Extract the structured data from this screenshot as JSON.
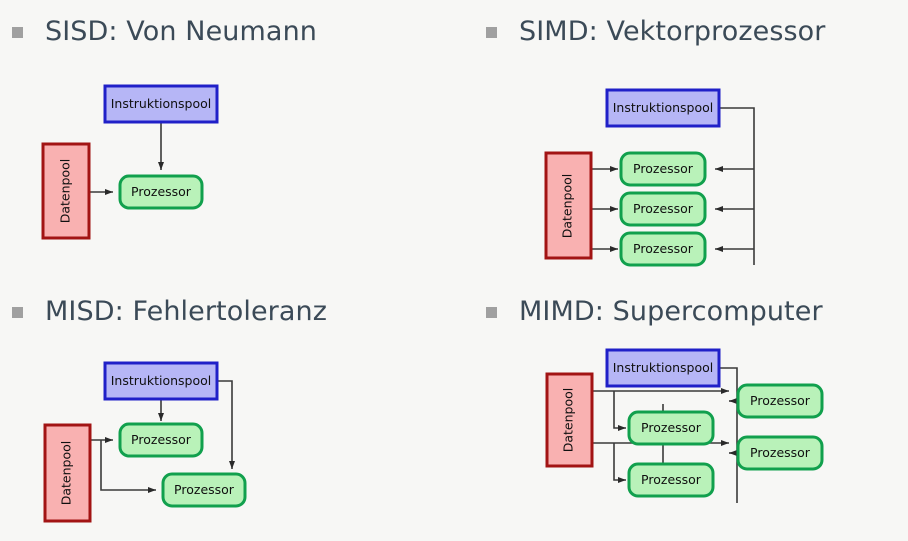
{
  "slide": {
    "background_color": "#f7f7f5",
    "title_color": "#3b4a57",
    "bullet_color": "#a0a0a0"
  },
  "palette": {
    "instruction_fill": "#b6b6f6",
    "instruction_border": "#2020c8",
    "data_fill": "#f9b1b1",
    "data_border": "#a21414",
    "processor_fill": "#b9f2b9",
    "processor_border": "#11a04d",
    "connector": "#3a3a3a"
  },
  "labels": {
    "instruction_pool": "Instruktionspool",
    "data_pool": "Datenpool",
    "processor": "Prozessor"
  },
  "quadrants": [
    {
      "id": "sisd",
      "title": "SISD: Von Neumann",
      "instruction_pools": 1,
      "data_pools": 1,
      "processors": 1
    },
    {
      "id": "simd",
      "title": "SIMD: Vektorprozessor",
      "instruction_pools": 1,
      "data_pools": 1,
      "processors": 3
    },
    {
      "id": "misd",
      "title": "MISD: Fehlertoleranz",
      "instruction_pools": 1,
      "data_pools": 1,
      "processors": 2
    },
    {
      "id": "mimd",
      "title": "MIMD: Supercomputer",
      "instruction_pools": 1,
      "data_pools": 1,
      "processors": 4
    }
  ]
}
